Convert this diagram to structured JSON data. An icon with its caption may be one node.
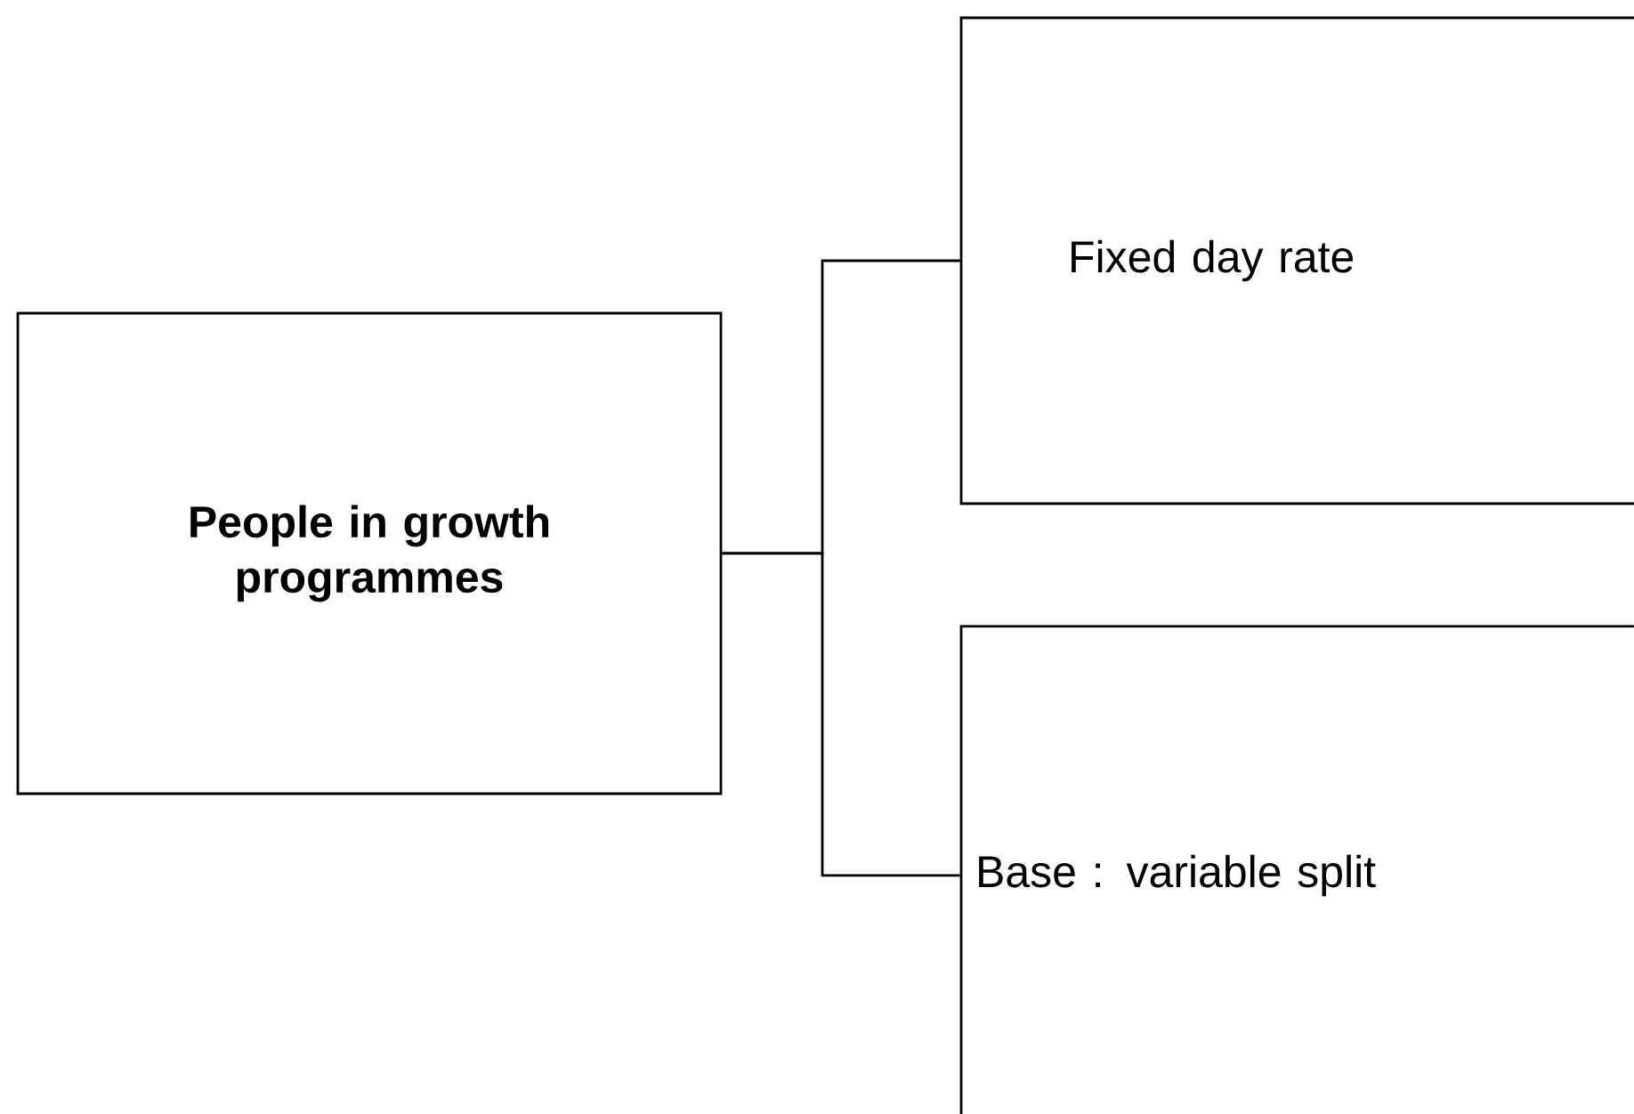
{
  "diagram": {
    "nodes": [
      {
        "text": [
          "People in growth programmes"
        ]
      },
      {
        "text": [
          "Fixed day rate"
        ]
      },
      {
        "text": [
          "Base : variable split"
        ]
      }
    ],
    "edges": [
      {
        "from": 0,
        "to": 1,
        "arrow": "none"
      },
      {
        "from": 0,
        "to": 2,
        "arrow": "none"
      }
    ]
  }
}
